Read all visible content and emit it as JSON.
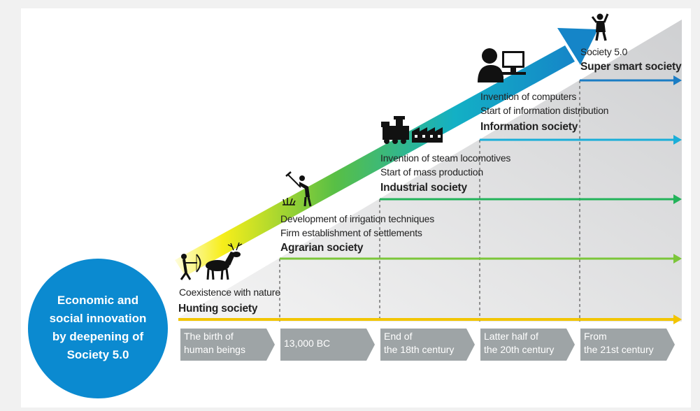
{
  "circle_text": "Economic and\nsocial innovation\nby deepening of\nSociety 5.0",
  "societies": [
    {
      "name": "Hunting society",
      "description_lines": [
        "Coexistence with nature"
      ],
      "line_color": "#f2c500"
    },
    {
      "name": "Agrarian society",
      "description_lines": [
        "Development of irrigation techniques",
        "Firm establishment of settlements"
      ],
      "line_color": "#7cc63a"
    },
    {
      "name": "Industrial society",
      "description_lines": [
        "Invention of steam locomotives",
        "Start of mass production"
      ],
      "line_color": "#23b35a"
    },
    {
      "name": "Information society",
      "description_lines": [
        "Invention of computers",
        "Start of information distribution"
      ],
      "line_color": "#1aaed8"
    },
    {
      "name": "Super smart society",
      "label_top": "Society 5.0",
      "description_lines": [],
      "line_color": "#1b7dc4"
    }
  ],
  "eras": [
    {
      "line1": "The birth of",
      "line2": "human beings"
    },
    {
      "line1": "13,000 BC",
      "line2": ""
    },
    {
      "line1": "End of",
      "line2": "the 18th century"
    },
    {
      "line1": "Latter half of",
      "line2": "the 20th century"
    },
    {
      "line1": "From",
      "line2": "the 21st century"
    }
  ],
  "icons": [
    "hunter-icon",
    "deer-icon",
    "farmer-icon",
    "steam-locomotive-icon",
    "factory-icon",
    "computer-user-icon",
    "cheering-person-icon"
  ],
  "colors": {
    "circle": "#0b8ad0",
    "era_box": "#9ea4a6",
    "staircase": "#d9dadc",
    "arrow_start": "#f7ee1a",
    "arrow_mid": "#58bf45",
    "arrow_end": "#1585c8"
  }
}
